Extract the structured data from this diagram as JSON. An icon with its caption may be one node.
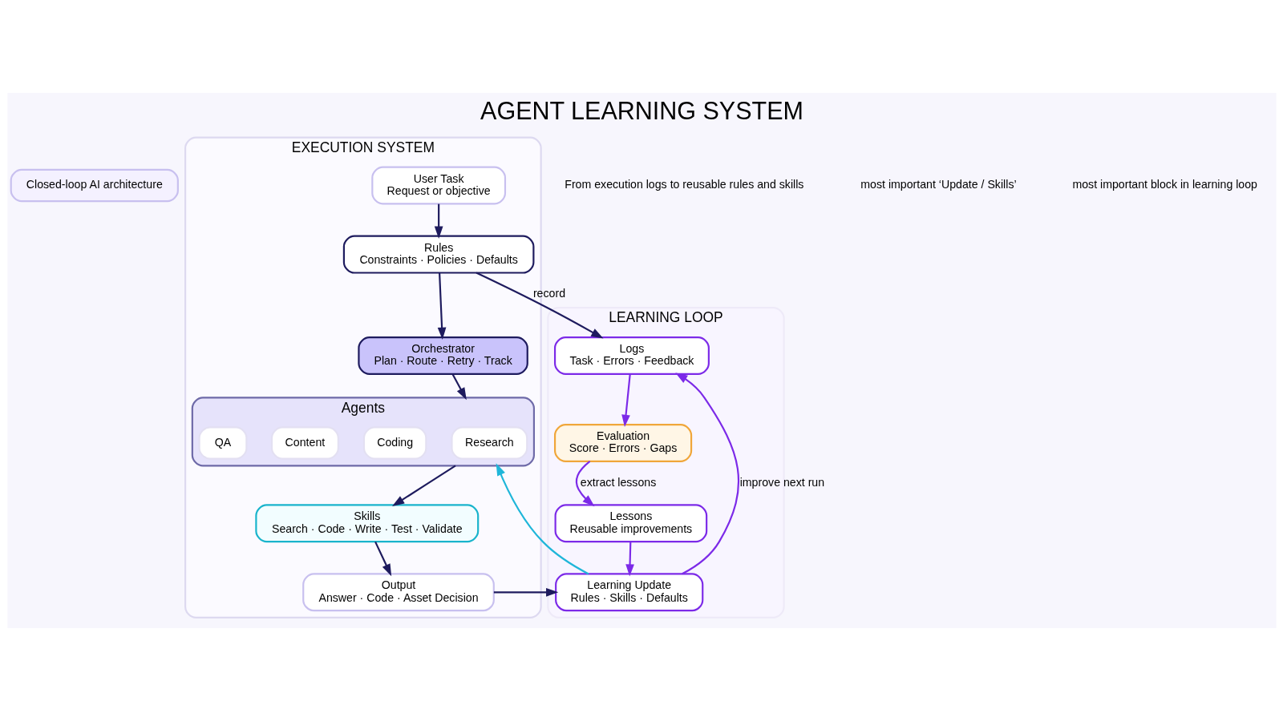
{
  "diagram": {
    "title": "AGENT LEARNING SYSTEM",
    "nodes": [
      {
        "text": [
          "Closed-loop AI architecture"
        ]
      },
      {
        "text": [
          "EXECUTION SYSTEM"
        ]
      },
      {
        "text": [
          "User Task",
          "Request or objective"
        ],
        "in": 1
      },
      {
        "text": [
          "Rules",
          "Constraints · Policies · Defaults"
        ],
        "in": 1
      },
      {
        "text": [
          "Orchestrator",
          "Plan · Route · Retry · Track"
        ],
        "in": 1
      },
      {
        "text": [
          "Agents"
        ],
        "in": 1
      },
      {
        "text": [
          "Research"
        ],
        "in": 5
      },
      {
        "text": [
          "Coding"
        ],
        "in": 5
      },
      {
        "text": [
          "Content"
        ],
        "in": 5
      },
      {
        "text": [
          "QA"
        ],
        "in": 5
      },
      {
        "text": [
          "Skills",
          "Search · Code · Write · Test · Validate"
        ],
        "in": 1
      },
      {
        "text": [
          "Output",
          "Answer · Code · Asset Decision"
        ],
        "in": 1
      },
      {
        "text": [
          "LEARNING LOOP"
        ]
      },
      {
        "text": [
          "Logs",
          "Task · Errors · Feedback"
        ],
        "in": 12
      },
      {
        "text": [
          "Evaluation",
          "Score · Errors · Gaps"
        ],
        "in": 12
      },
      {
        "text": [
          "Lessons",
          "Reusable improvements"
        ],
        "in": 12
      },
      {
        "text": [
          "Learning Update",
          "Rules · Skills · Defaults"
        ],
        "in": 12
      }
    ],
    "edges": [
      {
        "from": 2,
        "to": 3,
        "arrow": "to"
      },
      {
        "from": 3,
        "to": 4,
        "arrow": "to"
      },
      {
        "from": 4,
        "to": 5,
        "arrow": "to"
      },
      {
        "from": 5,
        "to": 10,
        "arrow": "to"
      },
      {
        "from": 10,
        "to": 11,
        "arrow": "to"
      },
      {
        "from": 3,
        "to": 13,
        "arrow": "to",
        "label": "record"
      },
      {
        "from": 13,
        "to": 14,
        "arrow": "to",
        "color": "#7c2ae8"
      },
      {
        "from": 14,
        "to": 15,
        "arrow": "to",
        "color": "#7c2ae8",
        "label": "extract lessons"
      },
      {
        "from": 15,
        "to": 16,
        "arrow": "to",
        "color": "#7c2ae8"
      },
      {
        "from": 16,
        "to": 13,
        "arrow": "to",
        "color": "#7c2ae8",
        "label": "improve next run"
      },
      {
        "from": 16,
        "to": 5,
        "arrow": "to",
        "color": "#1fb6d9"
      },
      {
        "from": 11,
        "to": 16,
        "arrow": "to"
      }
    ],
    "labels": [
      "From execution logs to reusable rules and skills",
      "most important ‘Update / Skills’",
      "most important block in learning loop"
    ]
  }
}
